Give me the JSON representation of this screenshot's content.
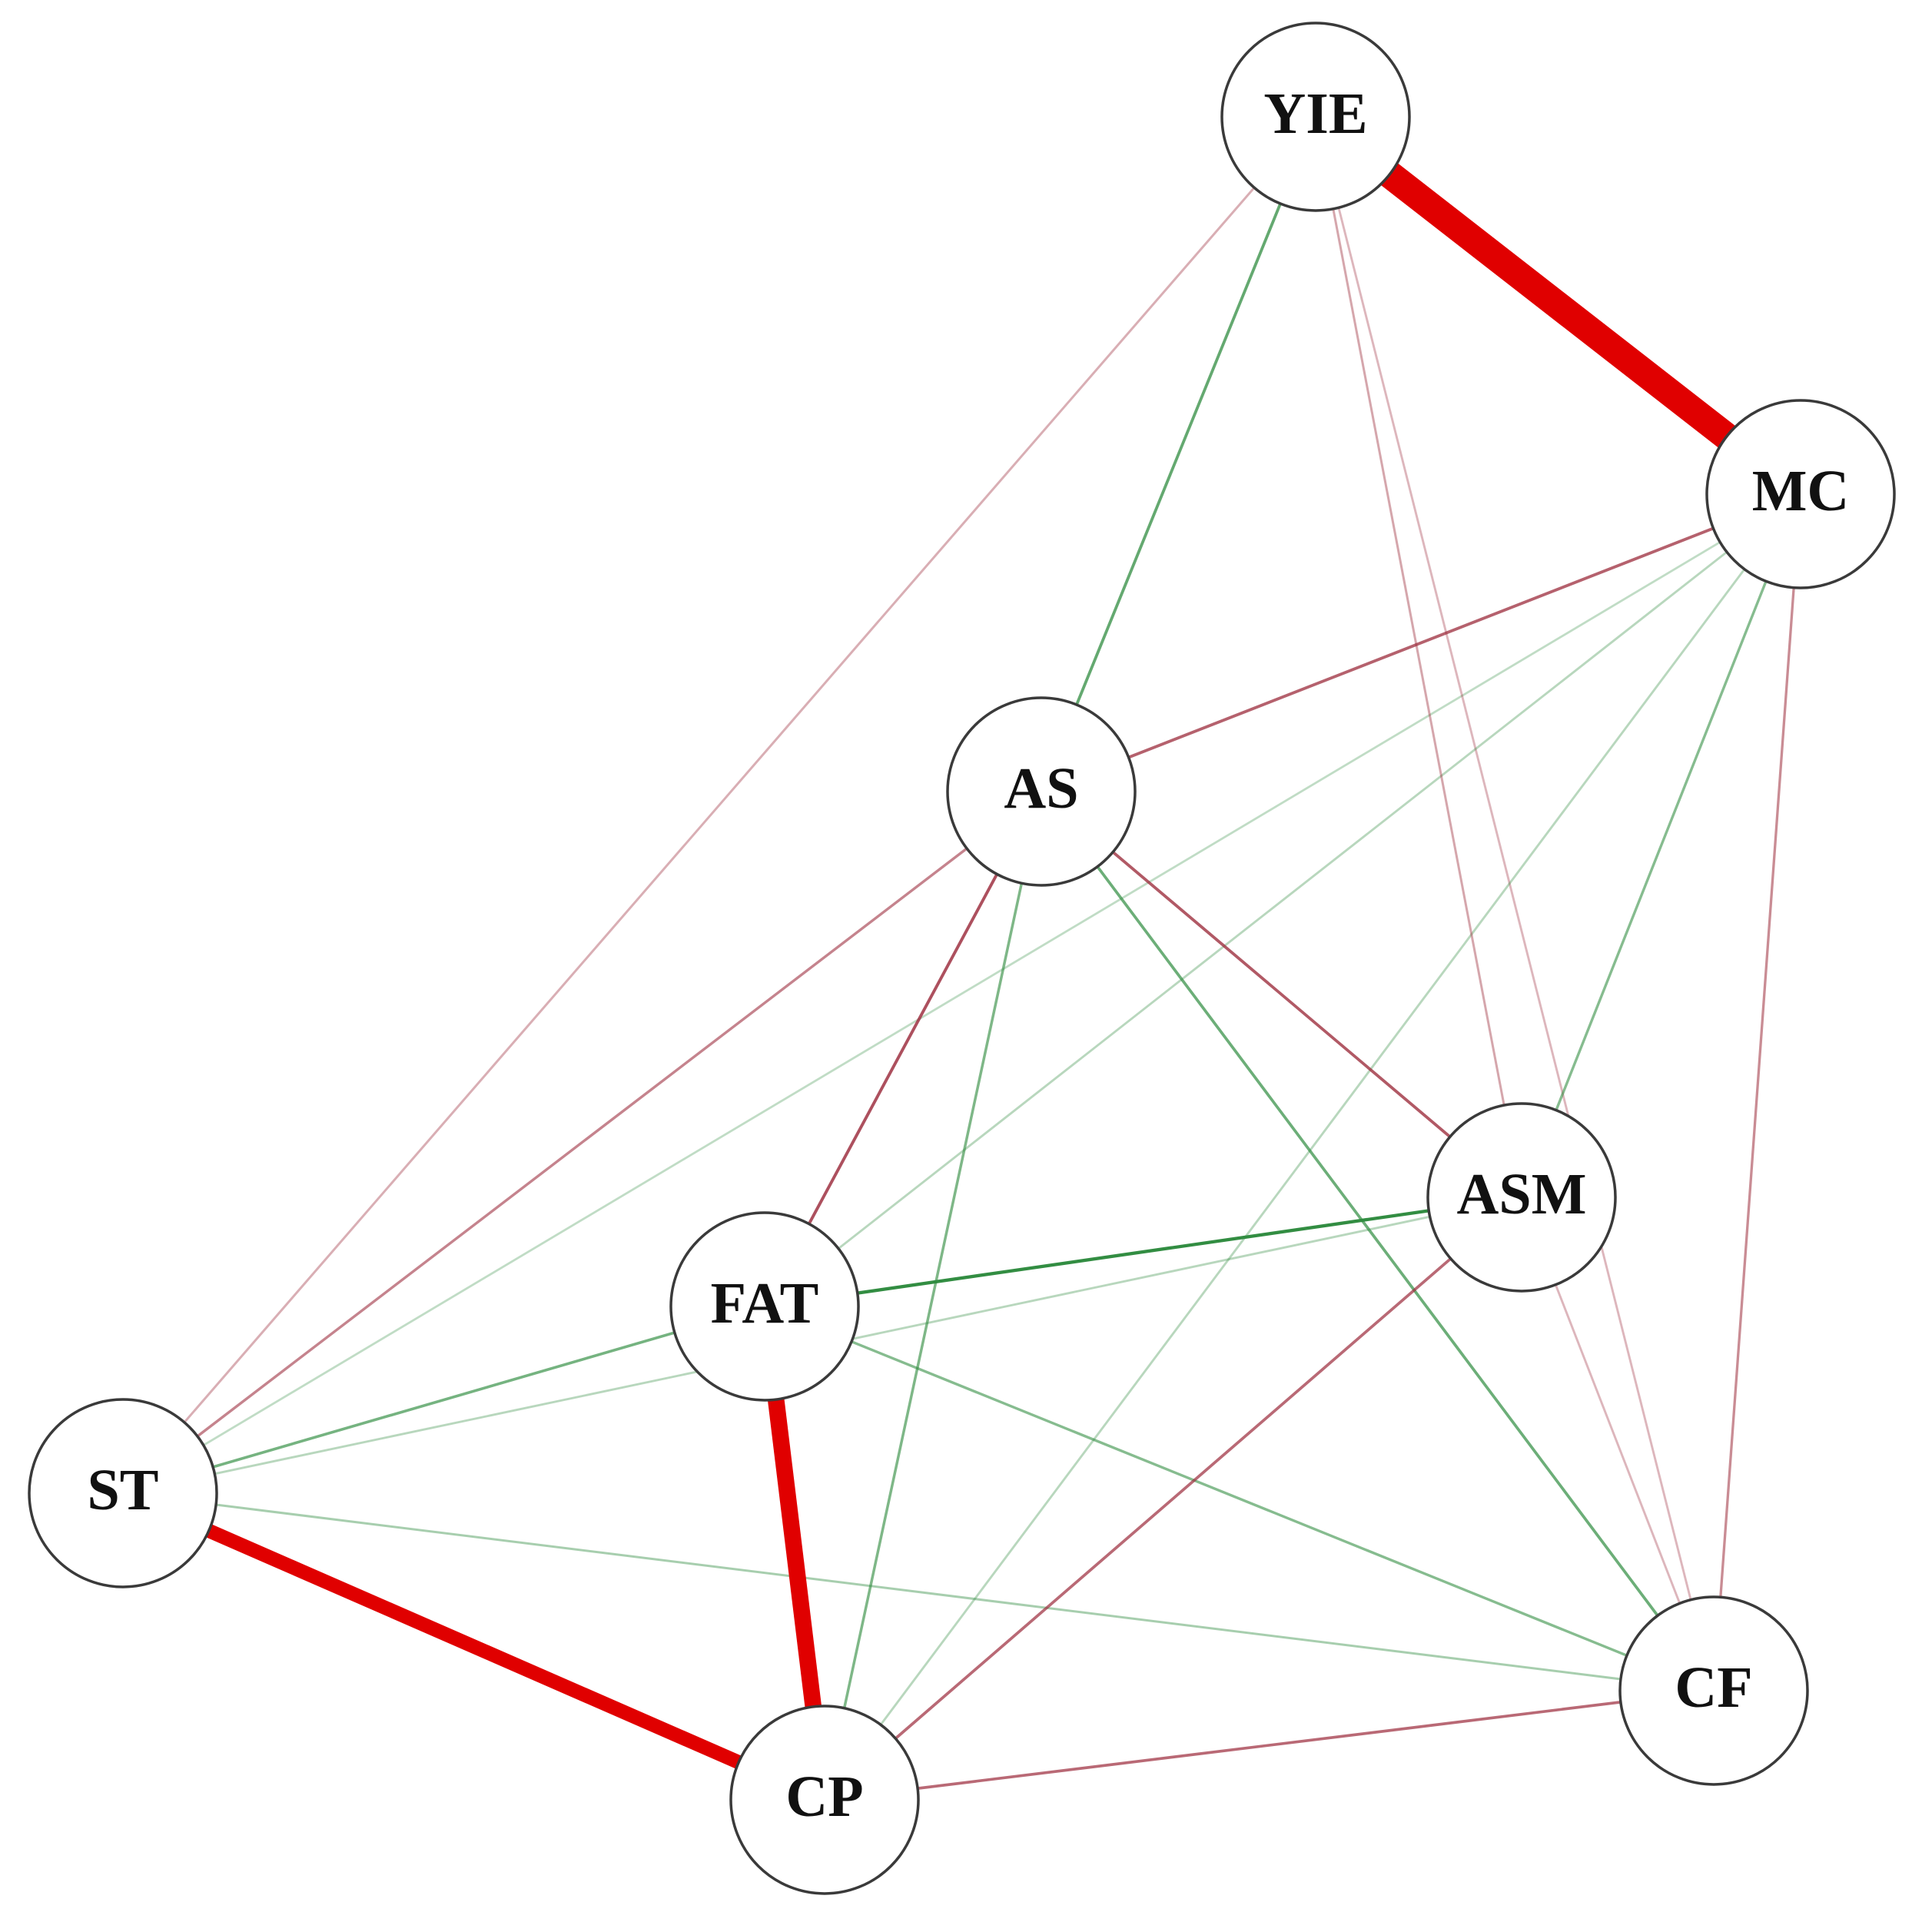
{
  "graph": {
    "nodes": [
      {
        "id": "YIE",
        "label": "YIE"
      },
      {
        "id": "MC",
        "label": "MC"
      },
      {
        "id": "AS",
        "label": "AS"
      },
      {
        "id": "ASM",
        "label": "ASM"
      },
      {
        "id": "FAT",
        "label": "FAT"
      },
      {
        "id": "ST",
        "label": "ST"
      },
      {
        "id": "CP",
        "label": "CP"
      },
      {
        "id": "CF",
        "label": "CF"
      }
    ],
    "edges": [
      {
        "source": "YIE",
        "target": "MC",
        "sign": "negative",
        "strength": 1.0
      },
      {
        "source": "FAT",
        "target": "CP",
        "sign": "negative",
        "strength": 0.55
      },
      {
        "source": "ST",
        "target": "CP",
        "sign": "negative",
        "strength": 0.45
      },
      {
        "source": "YIE",
        "target": "AS",
        "sign": "positive",
        "strength": 0.14
      },
      {
        "source": "YIE",
        "target": "ST",
        "sign": "negative",
        "strength": 0.05
      },
      {
        "source": "YIE",
        "target": "ASM",
        "sign": "negative",
        "strength": 0.06
      },
      {
        "source": "YIE",
        "target": "CF",
        "sign": "negative",
        "strength": 0.04
      },
      {
        "source": "MC",
        "target": "AS",
        "sign": "negative",
        "strength": 0.14
      },
      {
        "source": "MC",
        "target": "ASM",
        "sign": "positive",
        "strength": 0.1
      },
      {
        "source": "MC",
        "target": "CF",
        "sign": "negative",
        "strength": 0.09
      },
      {
        "source": "MC",
        "target": "FAT",
        "sign": "positive",
        "strength": 0.04
      },
      {
        "source": "MC",
        "target": "CP",
        "sign": "positive",
        "strength": 0.04
      },
      {
        "source": "MC",
        "target": "ST",
        "sign": "positive",
        "strength": 0.03
      },
      {
        "source": "AS",
        "target": "FAT",
        "sign": "negative",
        "strength": 0.16
      },
      {
        "source": "AS",
        "target": "ASM",
        "sign": "negative",
        "strength": 0.15
      },
      {
        "source": "AS",
        "target": "CP",
        "sign": "positive",
        "strength": 0.11
      },
      {
        "source": "AS",
        "target": "CF",
        "sign": "positive",
        "strength": 0.13
      },
      {
        "source": "AS",
        "target": "ST",
        "sign": "negative",
        "strength": 0.1
      },
      {
        "source": "ASM",
        "target": "FAT",
        "sign": "positive",
        "strength": 0.2
      },
      {
        "source": "ASM",
        "target": "CP",
        "sign": "negative",
        "strength": 0.13
      },
      {
        "source": "ASM",
        "target": "ST",
        "sign": "positive",
        "strength": 0.04
      },
      {
        "source": "ASM",
        "target": "CF",
        "sign": "negative",
        "strength": 0.04
      },
      {
        "source": "FAT",
        "target": "ST",
        "sign": "positive",
        "strength": 0.12
      },
      {
        "source": "FAT",
        "target": "CF",
        "sign": "positive",
        "strength": 0.1
      },
      {
        "source": "ST",
        "target": "CF",
        "sign": "positive",
        "strength": 0.06
      },
      {
        "source": "CP",
        "target": "CF",
        "sign": "negative",
        "strength": 0.13
      }
    ],
    "colors": {
      "positive": "#2e8b3e",
      "negative": "#9b2a3a",
      "strong_negative": "#e00000",
      "node_fill": "#ffffff",
      "node_stroke": "#3a3a3a",
      "label": "#111111"
    }
  }
}
